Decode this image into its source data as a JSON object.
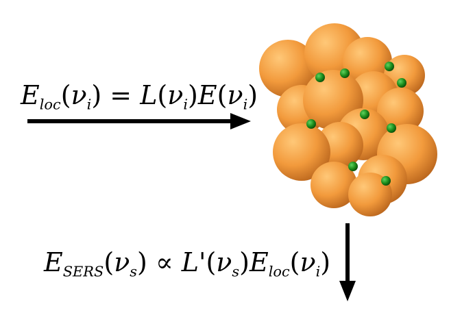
{
  "equations": {
    "incident": {
      "E": "E",
      "loc_sub": "loc",
      "nu": "ν",
      "i_sub": "i",
      "equals": "=",
      "L": "L",
      "E2": "E"
    },
    "scattered": {
      "E": "E",
      "sers_sub": "SERS",
      "nu": "ν",
      "s_sub": "s",
      "prop": "∝",
      "Lprime": "L'",
      "E2": "E",
      "loc_sub": "loc",
      "i_sub": "i"
    }
  },
  "colors": {
    "sphere": "#f0a040",
    "molecule": "#1f8a1f",
    "arrow": "#000000"
  }
}
